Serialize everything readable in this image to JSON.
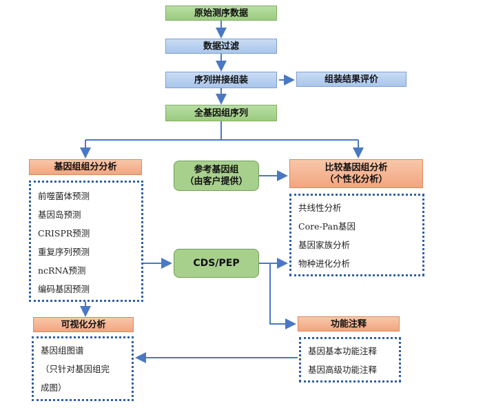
{
  "nodes": {
    "raw_data": "原始测序数据",
    "filter": "数据过滤",
    "assembly": "序列拼接组装",
    "assembly_eval": "组装结果评价",
    "genome_seq": "全基因组序列",
    "component_analysis": "基因组组分分析",
    "reference_line1": "参考基因组",
    "reference_line2": "（由客户提供）",
    "comparative_line1": "比较基因组分析",
    "comparative_line2": "（个性化分析）",
    "cds_pep": "CDS/PEP",
    "visualization": "可视化分析",
    "function_annotation": "功能注释"
  },
  "component_items": [
    "前噬菌体预测",
    "基因岛预测",
    "CRISPR预测",
    "重复序列预测",
    "ncRNA预测",
    "编码基因预测"
  ],
  "comparative_items": [
    "共线性分析",
    "Core-Pan基因",
    "基因家族分析",
    "物种进化分析"
  ],
  "visual_items": [
    "基因组图谱",
    "（只针对基因组完",
    "成图）"
  ],
  "annotation_items": [
    "基因基本功能注释",
    "基因高级功能注释"
  ],
  "colors": {
    "arrow": "#4a78c4",
    "dotted_border": "#2f5ea8",
    "green": "#a8d08d",
    "blue": "#a9c6ec",
    "orange": "#f2a57f"
  }
}
